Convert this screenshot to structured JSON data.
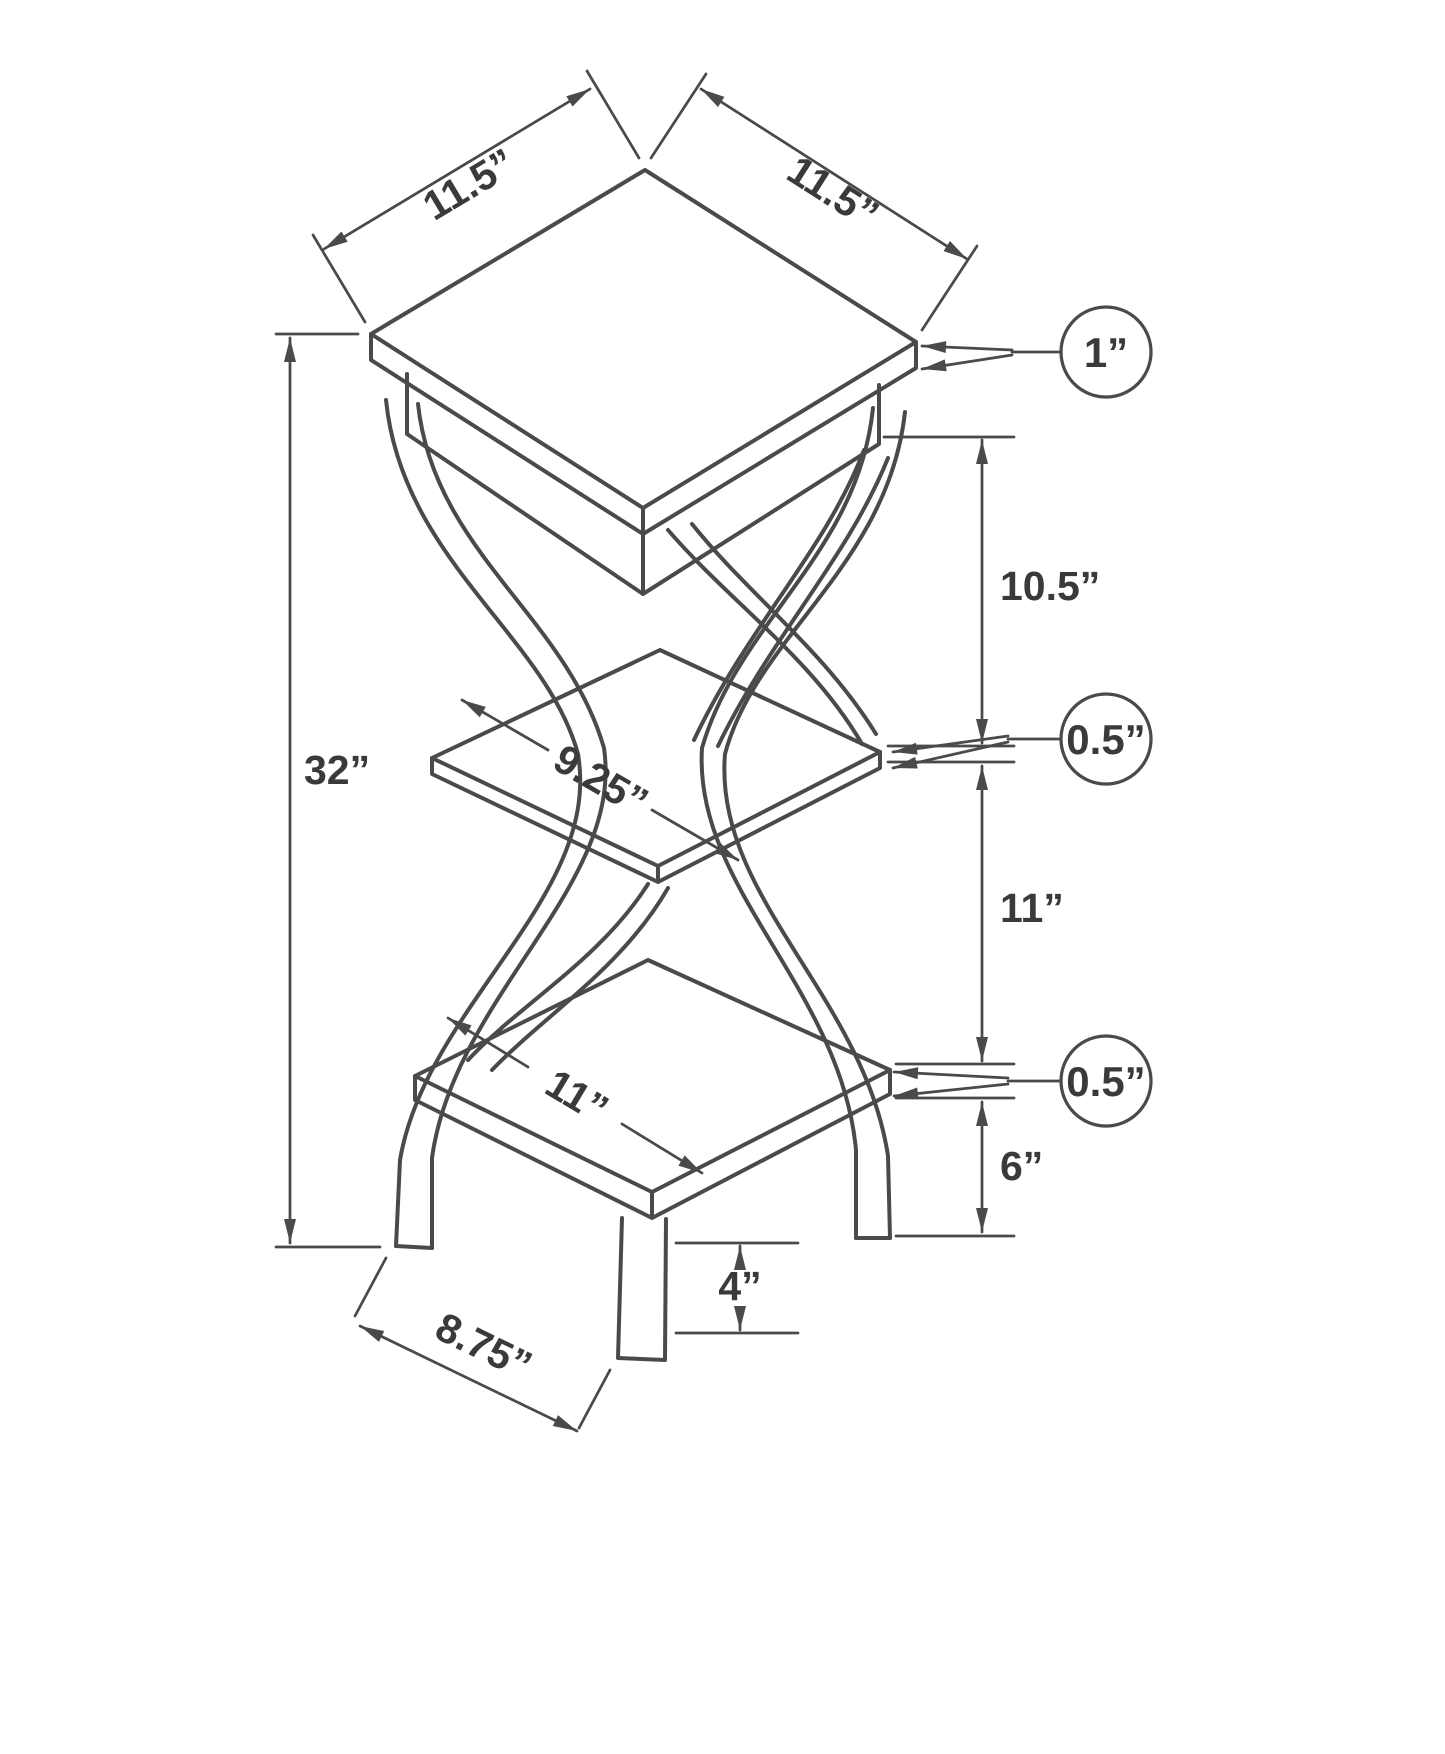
{
  "diagram": {
    "colors": {
      "line": "#4a4a4a",
      "text": "#3a3a3a",
      "background": "#ffffff"
    },
    "dimensions": {
      "top_edge_left": "11.5”",
      "top_edge_right": "11.5”",
      "top_thickness": "1”",
      "top_to_middle_shelf": "10.5”",
      "middle_shelf_thickness": "0.5”",
      "middle_to_lower_shelf": "11”",
      "lower_shelf_thickness": "0.5”",
      "lower_shelf_height": "6”",
      "overall_height": "32”",
      "middle_shelf_width": "9.25”",
      "lower_shelf_width": "11”",
      "foot_clearance": "4”",
      "base_edge": "8.75”"
    }
  }
}
